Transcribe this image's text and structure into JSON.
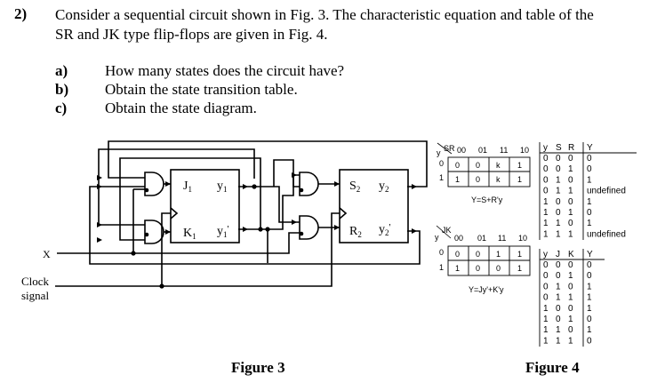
{
  "question": {
    "number": "2)",
    "line1": "Consider a sequential circuit shown in Fig. 3. The characteristic equation and table of the",
    "line2": "SR and JK type flip-flops are given in Fig. 4."
  },
  "parts": [
    {
      "label": "a)",
      "text": "How many states does the circuit have?"
    },
    {
      "label": "b)",
      "text": "Obtain the state transition table."
    },
    {
      "label": "c)",
      "text": "Obtain the state diagram."
    }
  ],
  "figure3": {
    "caption": "Figure 3",
    "x_label": "X",
    "clock_label_1": "Clock",
    "clock_label_2": "signal",
    "ff1": {
      "j": "J",
      "j_sub": "1",
      "k": "K",
      "k_sub": "1",
      "q": "y",
      "q_sub": "1",
      "qn": "y",
      "qn_sub": "1",
      "qn_prime": "'"
    },
    "ff2": {
      "s": "S",
      "s_sub": "2",
      "r": "R",
      "r_sub": "2",
      "q": "y",
      "q_sub": "2",
      "qn": "y",
      "qn_sub": "2",
      "qn_prime": "'"
    }
  },
  "figure4": {
    "caption": "Figure 4",
    "sr_kmap": {
      "corner_top": "SR",
      "corner_left": "y",
      "cols": [
        "00",
        "01",
        "11",
        "10"
      ],
      "rows": [
        "0",
        "1"
      ],
      "cells": [
        [
          "0",
          "0",
          "k",
          "1"
        ],
        [
          "1",
          "0",
          "k",
          "1"
        ]
      ],
      "equation": "Y=S+R'y"
    },
    "jk_kmap": {
      "corner_top": "JK",
      "corner_left": "y",
      "cols": [
        "00",
        "01",
        "11",
        "10"
      ],
      "rows": [
        "0",
        "1"
      ],
      "cells": [
        [
          "0",
          "0",
          "1",
          "1"
        ],
        [
          "1",
          "0",
          "0",
          "1"
        ]
      ],
      "equation": "Y=Jy'+K'y"
    },
    "sr_table": {
      "headers": [
        "y",
        "S",
        "R",
        "Y"
      ],
      "rows": [
        [
          "0",
          "0",
          "0",
          "0"
        ],
        [
          "0",
          "0",
          "1",
          "0"
        ],
        [
          "0",
          "1",
          "0",
          "1"
        ],
        [
          "0",
          "1",
          "1",
          "undefined"
        ],
        [
          "1",
          "0",
          "0",
          "1"
        ],
        [
          "1",
          "0",
          "1",
          "0"
        ],
        [
          "1",
          "1",
          "0",
          "1"
        ],
        [
          "1",
          "1",
          "1",
          "undefined"
        ]
      ]
    },
    "jk_table": {
      "headers": [
        "y",
        "J",
        "K",
        "Y"
      ],
      "rows": [
        [
          "0",
          "0",
          "0",
          "0"
        ],
        [
          "0",
          "0",
          "1",
          "0"
        ],
        [
          "0",
          "1",
          "0",
          "1"
        ],
        [
          "0",
          "1",
          "1",
          "1"
        ],
        [
          "1",
          "0",
          "0",
          "1"
        ],
        [
          "1",
          "0",
          "1",
          "0"
        ],
        [
          "1",
          "1",
          "0",
          "1"
        ],
        [
          "1",
          "1",
          "1",
          "0"
        ]
      ]
    }
  }
}
